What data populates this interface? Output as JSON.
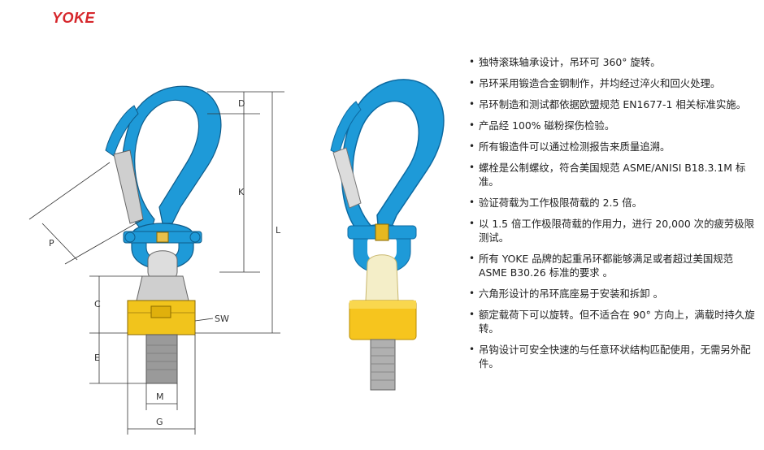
{
  "brand": {
    "logo_text": "YOKE"
  },
  "drawing": {
    "labels": {
      "d": "D",
      "k": "K",
      "l": "L",
      "p": "P",
      "c": "C",
      "sw": "SW",
      "e": "E",
      "m": "M",
      "g": "G"
    }
  },
  "features": [
    "独特滚珠轴承设计，吊环可 360° 旋转。",
    "吊环采用锻造合金钢制作，并均经过淬火和回火处理。",
    "吊环制造和测试都依据欧盟规范 EN1677-1 相关标准实施。",
    "产品经 100% 磁粉探伤检验。",
    "所有锻造件可以通过检测报告来质量追溯。",
    "螺栓是公制螺纹，符合美国规范 ASME/ANISI B18.3.1M 标准。",
    "验证荷载为工作极限荷载的 2.5 倍。",
    "以 1.5 倍工作极限荷载的作用力，进行 20,000 次的疲劳极限测试。",
    "所有 YOKE 品牌的起重吊环都能够满足或者超过美国规范 ASME B30.26 标准的要求 。",
    "六角形设计的吊环底座易于安装和拆卸 。",
    "额定载荷下可以旋转。但不适合在 90° 方向上，满载时持久旋转。",
    "吊钩设计可安全快速的与任意环状结构匹配使用，无需另外配件。"
  ],
  "colors": {
    "hook_blue": "#1e9ad8",
    "base_yellow": "#f1c41c",
    "brand_red": "#d6262b"
  }
}
